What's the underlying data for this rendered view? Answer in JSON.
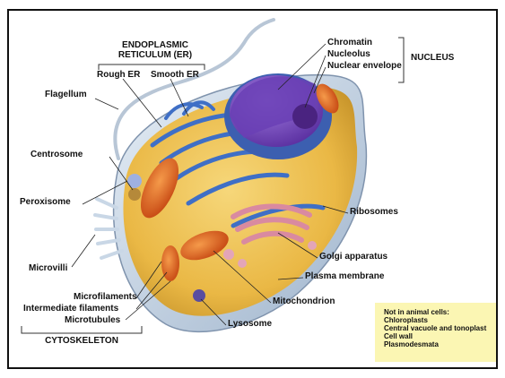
{
  "labels": {
    "er_title_1": "ENDOPLASMIC",
    "er_title_2": "RETICULUM (ER)",
    "rough_er": "Rough ER",
    "smooth_er": "Smooth ER",
    "flagellum": "Flagellum",
    "centrosome": "Centrosome",
    "peroxisome": "Peroxisome",
    "microvilli": "Microvilli",
    "microfilaments": "Microfilaments",
    "intermediate_filaments": "Intermediate filaments",
    "microtubules": "Microtubules",
    "cytoskeleton": "CYTOSKELETON",
    "chromatin": "Chromatin",
    "nucleolus": "Nucleolus",
    "nuclear_envelope": "Nuclear envelope",
    "nucleus": "NUCLEUS",
    "ribosomes": "Ribosomes",
    "golgi": "Golgi apparatus",
    "plasma_membrane": "Plasma membrane",
    "mitochondrion": "Mitochondrion",
    "lysosome": "Lysosome"
  },
  "note": {
    "title": "Not in animal cells:",
    "items": [
      "Chloroplasts",
      "Central vacuole and tonoplast",
      "Cell wall",
      "Plasmodesmata"
    ]
  },
  "colors": {
    "cytoplasm": "#f2c14e",
    "membrane": "#c9d7e6",
    "er": "#3f6fc6",
    "nucleus": "#7b4fc2",
    "golgi": "#d98aa0",
    "mitochondria": "#e0601e",
    "note_bg": "#fbf6b3"
  }
}
